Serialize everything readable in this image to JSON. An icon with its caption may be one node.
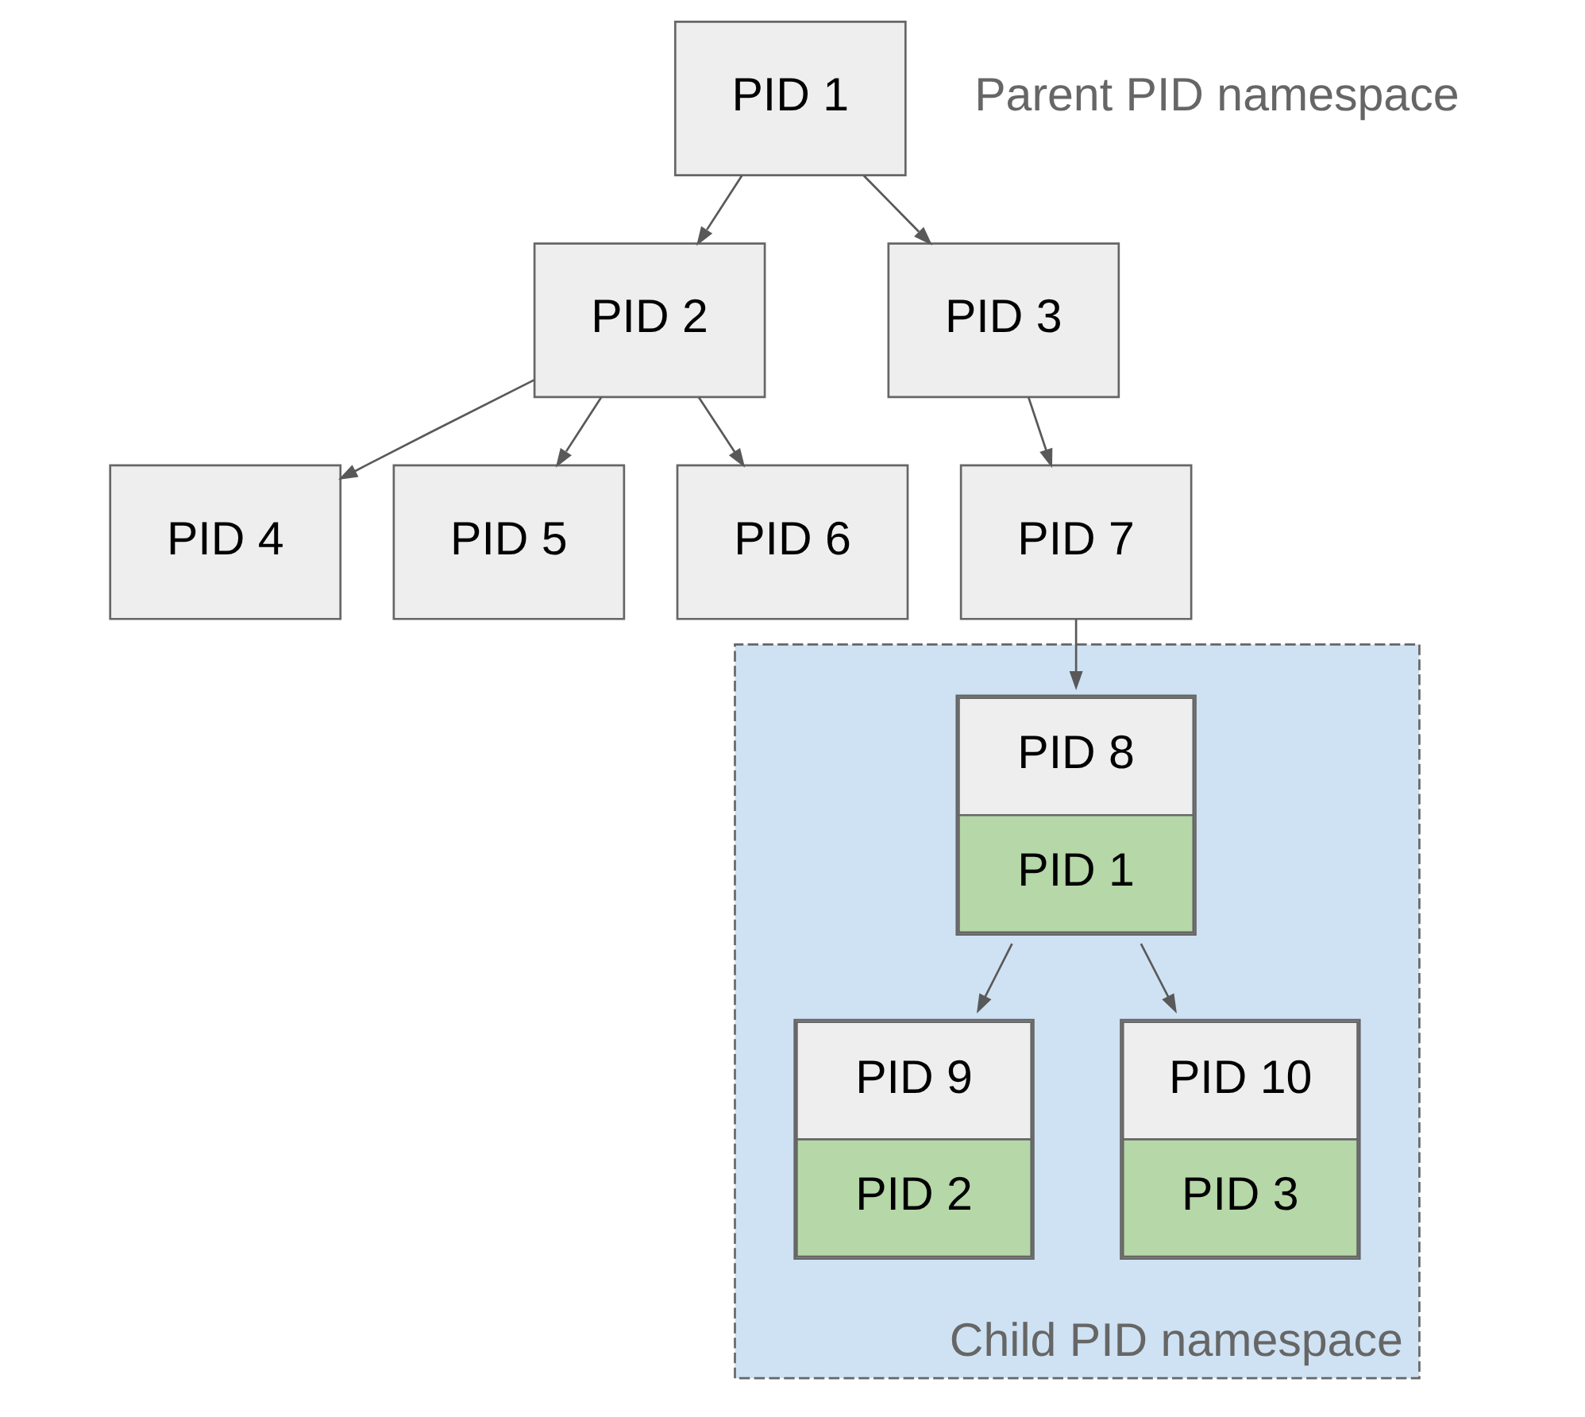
{
  "diagram": {
    "nodes": [
      {
        "text": [
          "PID 1"
        ]
      },
      {
        "text": [
          "PID 2"
        ]
      },
      {
        "text": [
          "PID 3"
        ]
      },
      {
        "text": [
          "PID 4"
        ]
      },
      {
        "text": [
          "PID 5"
        ]
      },
      {
        "text": [
          "PID 6"
        ]
      },
      {
        "text": [
          "PID 7"
        ]
      },
      {
        "text": [
          "Child PID namespace"
        ]
      },
      {
        "text": [
          "PID 8",
          "PID 1"
        ],
        "in": 7
      },
      {
        "text": [
          "PID 9",
          "PID 2"
        ],
        "in": 7
      },
      {
        "text": [
          "PID 10",
          "PID 3"
        ],
        "in": 7
      }
    ],
    "edges": [
      {
        "from": 0,
        "to": 1,
        "arrow": "to"
      },
      {
        "from": 0,
        "to": 2,
        "arrow": "to"
      },
      {
        "from": 1,
        "to": 3,
        "arrow": "to"
      },
      {
        "from": 1,
        "to": 4,
        "arrow": "to"
      },
      {
        "from": 1,
        "to": 5,
        "arrow": "to"
      },
      {
        "from": 2,
        "to": 6,
        "arrow": "to"
      },
      {
        "from": 6,
        "to": 8,
        "arrow": "to"
      },
      {
        "from": 8,
        "to": 9,
        "arrow": "to"
      },
      {
        "from": 8,
        "to": 10,
        "arrow": "to"
      }
    ],
    "labels": [
      "Parent PID namespace"
    ]
  }
}
